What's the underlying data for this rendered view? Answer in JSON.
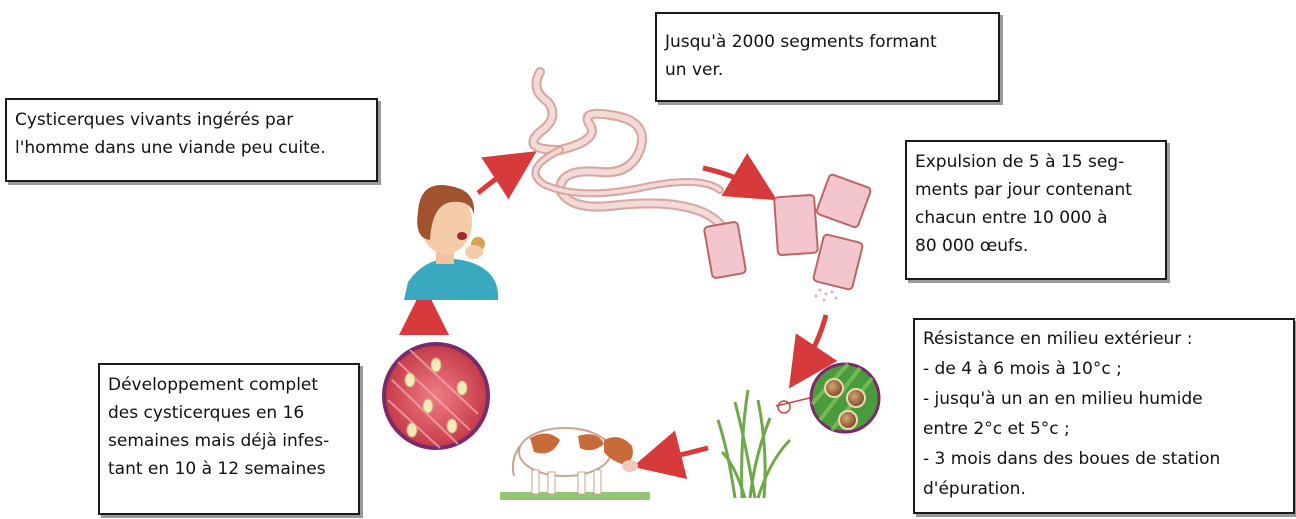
{
  "boxes": {
    "ingest": [
      "Cysticerques vivants ingérés par",
      "l'homme dans une viande peu cuite."
    ],
    "segments": [
      "Jusqu'à 2000 segments formant",
      "un ver."
    ],
    "expulsion": [
      "Expulsion de 5 à 15 seg-",
      "ments par jour contenant",
      "chacun entre 10 000 à",
      "80 000 œufs."
    ],
    "resistance": [
      "Résistance en milieu extérieur :",
      "- de 4 à 6 mois à 10°c ;",
      "- jusqu'à un an en milieu humide",
      "entre 2°c et 5°c ;",
      "- 3 mois dans des boues de station",
      "d'épuration."
    ],
    "development": [
      "Développement complet",
      "des cysticerques en 16",
      "semaines mais déjà infes-",
      "tant en 10 à 12 semaines"
    ]
  },
  "colors": {
    "arrow": "#d63a3a",
    "worm": "#efc9c4",
    "muscle": "#d9505a",
    "grass": "#6fa84a"
  }
}
